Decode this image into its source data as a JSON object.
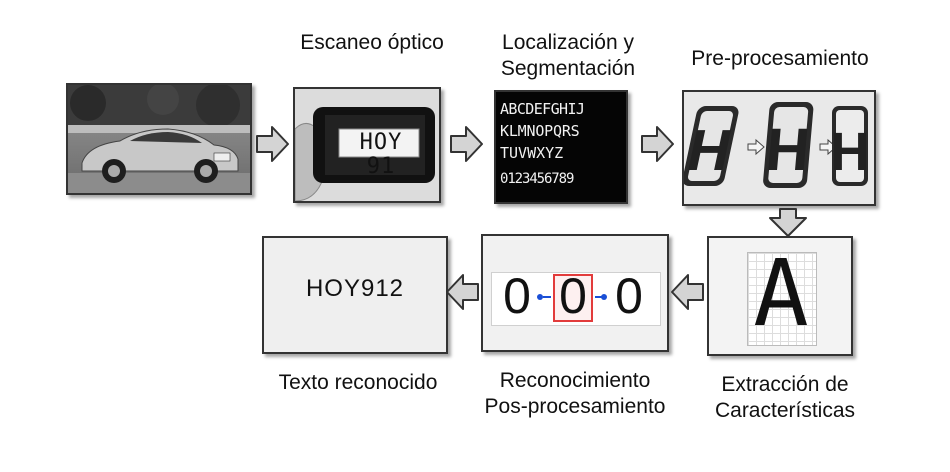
{
  "steps": {
    "escaneo": "Escaneo óptico",
    "localizacion_l1": "Localización y",
    "localizacion_l2": "Segmentación",
    "preprocesamiento": "Pre-procesamiento",
    "extraccion_l1": "Extracción de",
    "extraccion_l2": "Características",
    "reconocimiento_l1": "Reconocimiento",
    "reconocimiento_l2": "Pos-procesamiento",
    "texto": "Texto reconocido"
  },
  "phone_plate": "HOY 91",
  "seg_chars": {
    "row1": "ABCDEFGHIJ",
    "row2": "KLMNOPQRS",
    "row3": "TUVWXYZ",
    "row4": "0123456789"
  },
  "prep_letter": "H",
  "feature_letter": "A",
  "recog_chars": [
    "0",
    "0",
    "0"
  ],
  "result_text": "HOY912",
  "colors": {
    "box_border": "#333333",
    "arrow_fill": "#d4d4d4",
    "dot_blue": "#1a4fd6",
    "highlight_red": "#e23b3b"
  }
}
